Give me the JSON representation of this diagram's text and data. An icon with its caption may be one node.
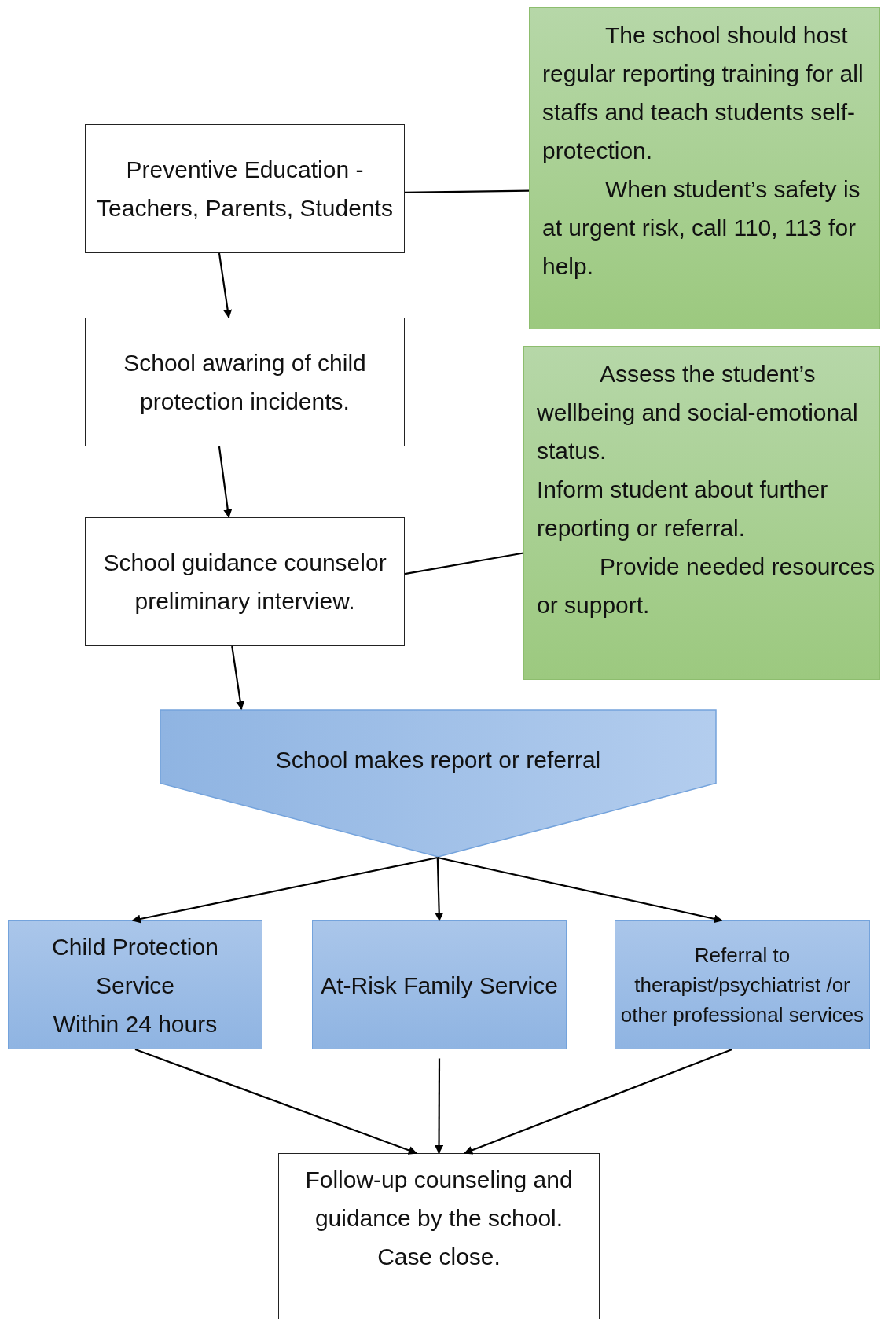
{
  "diagram": {
    "nodes": [
      {
        "text": [
          "Preventive Education - Teachers, Parents, Students"
        ]
      },
      {
        "text": [
          "The school should host regular reporting training for all staffs and teach students self-protection.",
          "When student’s safety is at urgent risk, call 110, 113 for help."
        ]
      },
      {
        "text": [
          "School awaring of child protection incidents."
        ]
      },
      {
        "text": [
          "School guidance counselor preliminary interview."
        ]
      },
      {
        "text": [
          "Assess the student’s wellbeing and social-emotional status.",
          "Inform student about further reporting or referral.",
          "Provide needed resources or support."
        ]
      },
      {
        "text": [
          "School makes report or referral"
        ]
      },
      {
        "text": [
          "Child Protection Service",
          "Within 24 hours"
        ]
      },
      {
        "text": [
          "At-Risk Family Service"
        ]
      },
      {
        "text": [
          "Referral to therapist/psychiatrist /or other professional services"
        ]
      },
      {
        "text": [
          "Follow-up counseling and guidance by the school.",
          "Case close."
        ]
      }
    ],
    "edges": [
      {
        "from": 0,
        "to": 1,
        "arrow": "none"
      },
      {
        "from": 0,
        "to": 2,
        "arrow": "to"
      },
      {
        "from": 2,
        "to": 3,
        "arrow": "to"
      },
      {
        "from": 3,
        "to": 4,
        "arrow": "none"
      },
      {
        "from": 3,
        "to": 5,
        "arrow": "to"
      },
      {
        "from": 5,
        "to": 6,
        "arrow": "to"
      },
      {
        "from": 5,
        "to": 7,
        "arrow": "to"
      },
      {
        "from": 5,
        "to": 8,
        "arrow": "to"
      },
      {
        "from": 6,
        "to": 9,
        "arrow": "to"
      },
      {
        "from": 7,
        "to": 9,
        "arrow": "to"
      },
      {
        "from": 8,
        "to": 9,
        "arrow": "to"
      }
    ]
  }
}
